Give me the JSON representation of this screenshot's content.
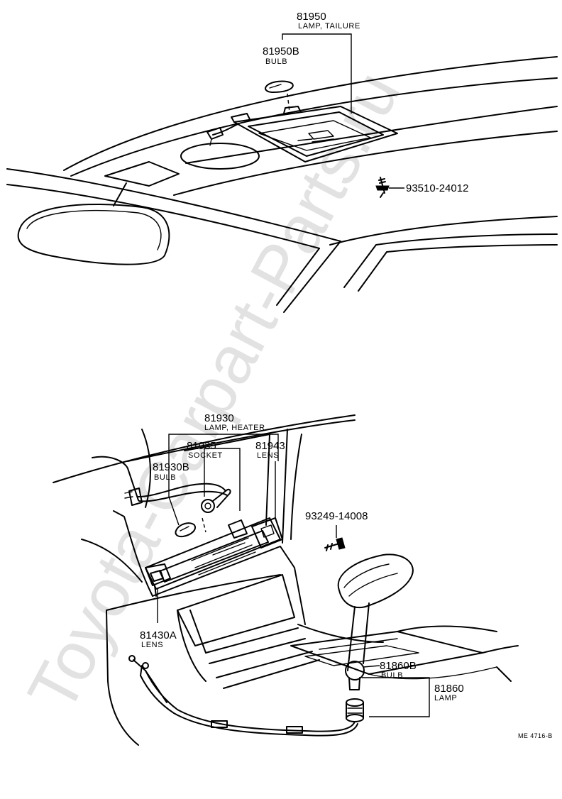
{
  "watermark": "Toyota-Carpart-Parts.ru",
  "diagram_code": "ME 4716-B",
  "upper": {
    "tailure_lamp": {
      "number": "81950",
      "name": "LAMP, TAILURE"
    },
    "tailure_bulb": {
      "number": "81950B",
      "name": "BULB"
    },
    "screw": {
      "number": "93510-24012"
    }
  },
  "lower": {
    "heater_lamp": {
      "number": "81930",
      "name": "LAMP, HEATER"
    },
    "heater_socket": {
      "number": "81935",
      "name": "SOCKET"
    },
    "heater_lens": {
      "number": "81943",
      "name": "LENS"
    },
    "heater_bulb": {
      "number": "81930B",
      "name": "BULB"
    },
    "screw": {
      "number": "93249-14008"
    },
    "ashtray_lens": {
      "number": "81430A",
      "name": "LENS"
    },
    "shift_bulb": {
      "number": "81860B",
      "name": "BULB"
    },
    "shift_lamp": {
      "number": "81860",
      "name": "LAMP"
    }
  }
}
